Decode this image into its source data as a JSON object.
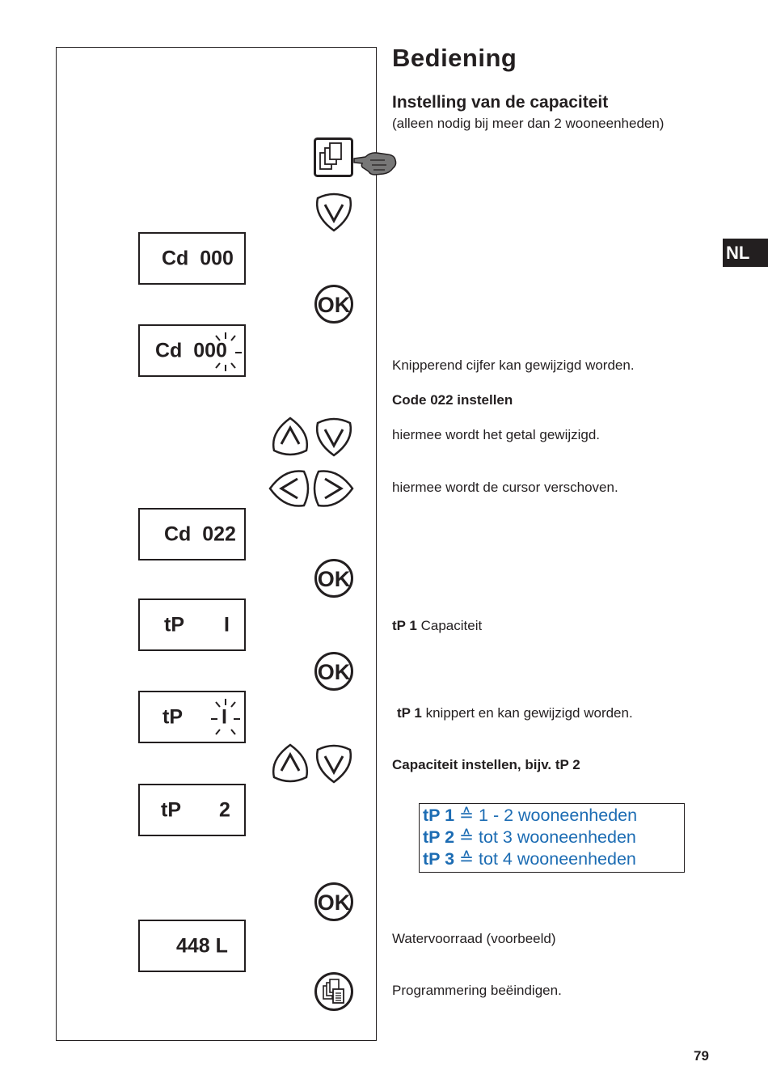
{
  "header": {
    "title": "Bediening",
    "subtitle": "Instelling van de capaciteit",
    "note": "(alleen nodig bij meer dan 2 wooneenheden)"
  },
  "language_tab": "NL",
  "page_number": "79",
  "displays": {
    "d1": "Cd  000",
    "d2_prefix": "Cd  00",
    "d2_blink": "0",
    "d3": "Cd  022",
    "d4_left": "tP",
    "d4_right": "I",
    "d5_left": "tP",
    "d5_blink": "I",
    "d6_left": "tP",
    "d6_right": "2",
    "d7": "448 L"
  },
  "buttons": {
    "ok_label": "OK"
  },
  "steps": {
    "blink_hint": "Knipperend cijfer kan gewijzigd worden.",
    "code_heading": "Code  022  instellen",
    "updown_hint": "hiermee wordt het getal gewijzigd.",
    "leftright_hint": "hiermee wordt de cursor verschoven.",
    "tp1_code": "tP  1",
    "tp1_text": " Capaciteit",
    "tp1_blink_code": "tP  1",
    "tp1_blink_text": " knippert en kan gewijzigd worden.",
    "capacity_heading": "Capaciteit  instellen,  bijv.  tP  2",
    "water_text": "Watervoorraad  (voorbeeld)",
    "end_text": "Programmering  beëindigen."
  },
  "legend": [
    {
      "code": "tP 1",
      "symbol": "≙",
      "text": " 1 - 2  wooneenheden"
    },
    {
      "code": "tP 2",
      "symbol": "≙",
      "text": " tot 3  wooneenheden"
    },
    {
      "code": "tP 3",
      "symbol": "≙",
      "text": " tot 4  wooneenheden"
    }
  ],
  "colors": {
    "legend_text": "#1c6cb3",
    "ink": "#231f20"
  }
}
